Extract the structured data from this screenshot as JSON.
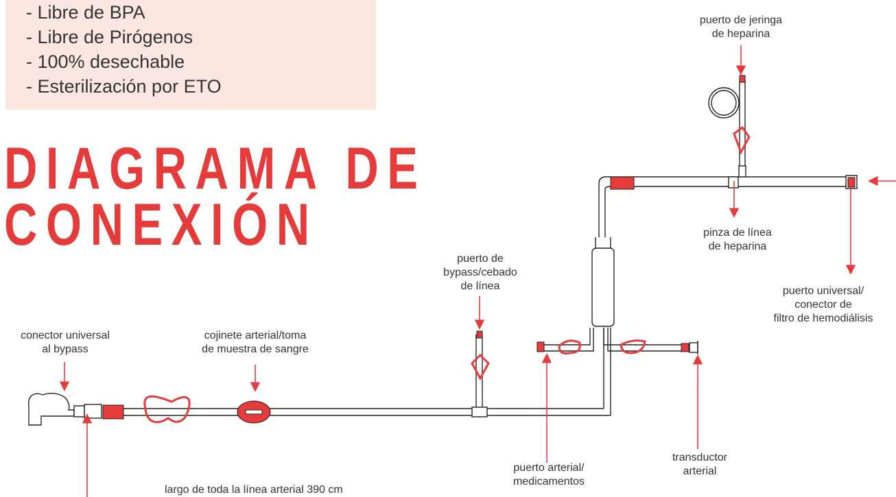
{
  "features": [
    "- Libre de BPA",
    "- Libre de Pirógenos",
    "- 100% desechable",
    "- Esterilización por ETO"
  ],
  "heading": {
    "line1": "DIAGRAMA DE",
    "line2": "CONEXIÓN"
  },
  "labels": {
    "heparin_syringe_port": [
      "puerto de jeringa",
      "de heparina"
    ],
    "heparin_clamp": [
      "pinza de línea",
      "de heparina"
    ],
    "universal_port": [
      "puerto universal/",
      "conector de",
      "filtro de hemodiálisis"
    ],
    "bypass_priming_port": [
      "puerto de",
      "bypass/cebado",
      "de línea"
    ],
    "universal_connector": [
      "conector universal",
      "al bypass"
    ],
    "arterial_pillow": [
      "cojinete arterial/toma",
      "de muestra de sangre"
    ],
    "arterial_med_port": [
      "puerto arterial/",
      "medicamentos"
    ],
    "arterial_transducer": [
      "transductor",
      "arterial"
    ],
    "total_length": "largo de toda la línea arterial 390 cm"
  },
  "colors": {
    "accent": "#e53b3b",
    "text": "#333333",
    "features_bg": "#fbe6e1",
    "line": "#222222"
  }
}
